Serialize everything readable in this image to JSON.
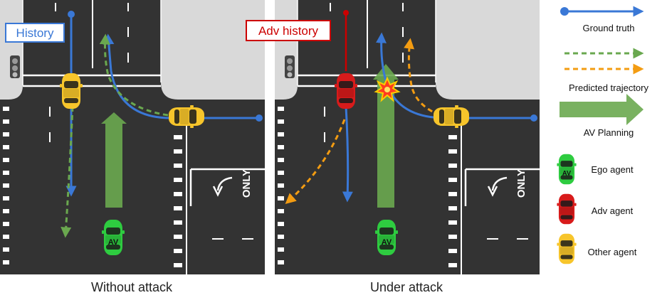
{
  "labels": {
    "history": "History",
    "adv_history": "Adv history",
    "av_text": "AV",
    "only_text": "ONLY"
  },
  "captions": {
    "left": "Without attack",
    "right": "Under attack"
  },
  "legend": {
    "ground_truth": "Ground truth",
    "predicted_trajectory": "Predicted trajectory",
    "av_planning": "AV Planning",
    "ego_agent": "Ego agent",
    "adv_agent": "Adv agent",
    "other_agent": "Other agent"
  },
  "colors": {
    "ground_truth": "#3a78d6",
    "predicted_green": "#6aa84f",
    "predicted_orange": "#f39c12",
    "av_planning": "#6aa84f",
    "history_border": "#3a78d6",
    "adv_history_border": "#cc0000",
    "ego_car": "#2ecc40",
    "adv_car": "#d81b1b",
    "other_car": "#f7c52b",
    "road": "#333333",
    "sidewalk": "#d9d9d9"
  },
  "icons": {
    "collision": "collision-burst-icon",
    "left_turn_arrow": "left-turn-arrow-icon"
  }
}
